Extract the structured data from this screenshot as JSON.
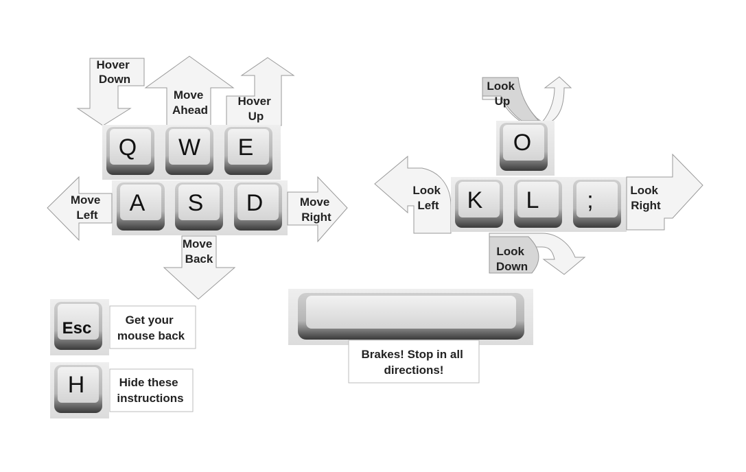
{
  "keys": {
    "q": "Q",
    "w": "W",
    "e": "E",
    "a": "A",
    "s": "S",
    "d": "D",
    "o": "O",
    "k": "K",
    "l": "L",
    "semicolon": ";",
    "esc": "Esc",
    "h": "H"
  },
  "labels": {
    "hover_down": [
      "Hover",
      "Down"
    ],
    "move_ahead": [
      "Move",
      "Ahead"
    ],
    "hover_up": [
      "Hover",
      "Up"
    ],
    "move_left": [
      "Move",
      "Left"
    ],
    "move_right": [
      "Move",
      "Right"
    ],
    "move_back": [
      "Move",
      "Back"
    ],
    "look_up": [
      "Look",
      "Up"
    ],
    "look_left": [
      "Look",
      "Left"
    ],
    "look_right": [
      "Look",
      "Right"
    ],
    "look_down": [
      "Look",
      "Down"
    ],
    "esc_desc": [
      "Get your",
      "mouse back"
    ],
    "h_desc": [
      "Hide these",
      "instructions"
    ],
    "space_desc": [
      "Brakes! Stop in all",
      "directions!"
    ]
  },
  "icons": {
    "arrow_down": "arrow-down-icon",
    "arrow_up": "arrow-up-icon",
    "arrow_left": "arrow-left-icon",
    "arrow_right": "arrow-right-icon",
    "curved_arrow": "curved-arrow-icon"
  },
  "colors": {
    "key_face": "#d9d9d9",
    "key_shadow": "#555555",
    "arrow_fill": "#f4f4f4",
    "arrow_stroke": "#999999",
    "curved_fill": "#d6d6d6",
    "panel": "#e6e6e6",
    "label_box_stroke": "#bbbbbb"
  }
}
